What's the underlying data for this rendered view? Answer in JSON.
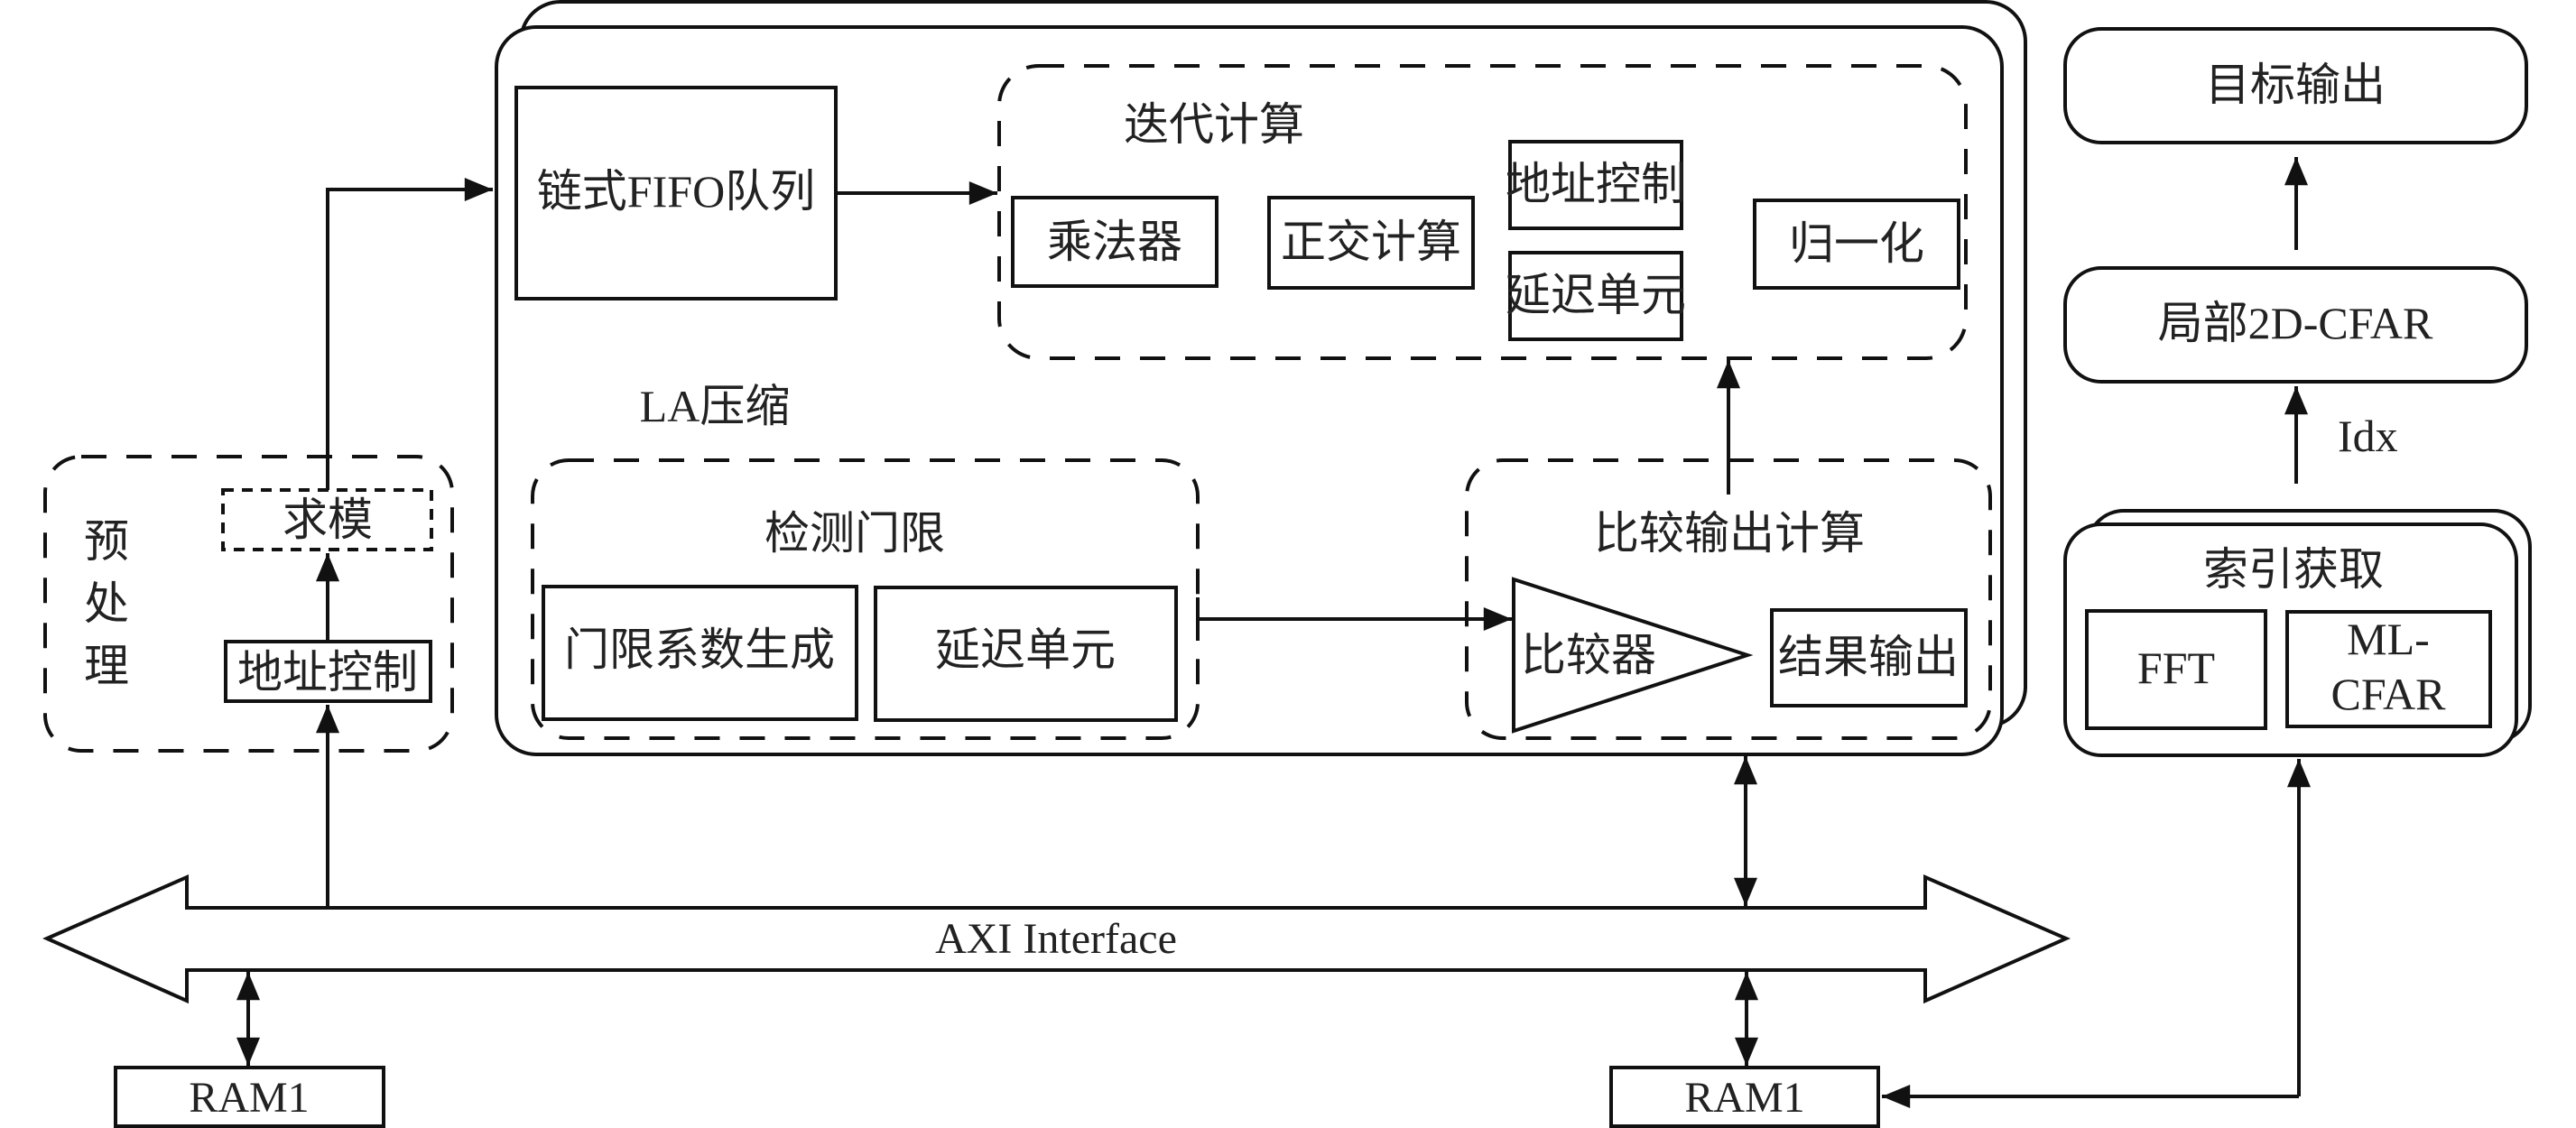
{
  "diagram": {
    "preprocess": {
      "title_chars": [
        "预",
        "处",
        "理"
      ],
      "magnitude": "求模",
      "address_control": "地址控制"
    },
    "la_compression": {
      "title": "LA压缩",
      "chain_fifo": "链式FIFO队列",
      "iterative": {
        "title": "迭代计算",
        "multiplier": "乘法器",
        "orthogonal": "正交计算",
        "address_control": "地址控制",
        "delay_unit": "延迟单元",
        "normalize": "归一化"
      },
      "threshold": {
        "title": "检测门限",
        "coef_gen": "门限系数生成",
        "delay_unit": "延迟单元"
      },
      "compare": {
        "title": "比较输出计算",
        "comparator": "比较器",
        "result_output": "结果输出"
      }
    },
    "right_chain": {
      "target_output": "目标输出",
      "local_cfar": "局部2D-CFAR",
      "idx_label": "Idx",
      "index_fetch": {
        "title": "索引获取",
        "fft": "FFT",
        "ml_cfar_line1": "ML-",
        "ml_cfar_line2": "CFAR"
      }
    },
    "bus": {
      "label": "AXI Interface"
    },
    "ram_left": "RAM1",
    "ram_right": "RAM1"
  }
}
